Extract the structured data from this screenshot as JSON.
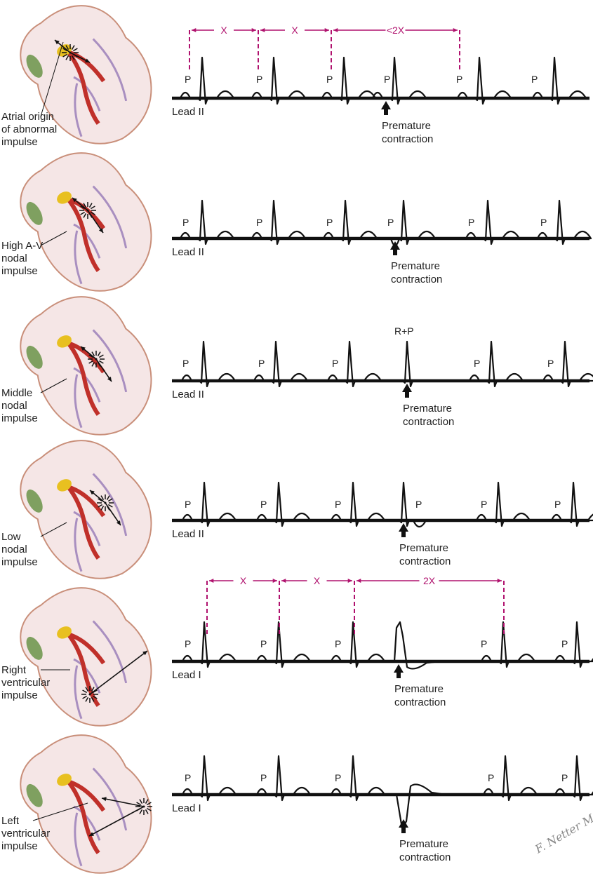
{
  "title": "Premature contractions by site of origin",
  "panels": [
    {
      "caption": [
        "Atrial origin",
        "of abnormal",
        "impulse"
      ],
      "lead": "Lead II",
      "wave_label": "P",
      "arrow_label": [
        "Premature",
        "contraction"
      ],
      "intervals": [
        "X",
        "X",
        "<2X"
      ]
    },
    {
      "caption": [
        "High A-V",
        "nodal",
        "impulse"
      ],
      "lead": "Lead II",
      "wave_label": "P",
      "arrow_label": [
        "Premature",
        "contraction"
      ]
    },
    {
      "caption": [
        "Middle",
        "nodal",
        "impulse"
      ],
      "lead": "Lead II",
      "wave_label": "P",
      "special_label": "R+P",
      "arrow_label": [
        "Premature",
        "contraction"
      ]
    },
    {
      "caption": [
        "Low",
        "nodal",
        "impulse"
      ],
      "lead": "Lead II",
      "wave_label": "P",
      "arrow_label": [
        "Premature",
        "contraction"
      ]
    },
    {
      "caption": [
        "Right",
        "ventricular",
        "impulse"
      ],
      "lead": "Lead I",
      "wave_label": "P",
      "arrow_label": [
        "Premature",
        "contraction"
      ],
      "intervals": [
        "X",
        "X",
        "2X"
      ]
    },
    {
      "caption": [
        "Left",
        "ventricular",
        "impulse"
      ],
      "lead": "Lead I",
      "wave_label": "P",
      "arrow_label": [
        "Premature",
        "contraction"
      ]
    }
  ],
  "signature": "F. Netter M.D.",
  "colors": {
    "measure": "#b0126e",
    "heart_fill": "#f5e6e6",
    "heart_outline": "#c98f7a",
    "sa_node": "#7fa060",
    "av_node": "#e8c020",
    "bundle": "#c0302a",
    "purkinje": "#a98fc0"
  }
}
